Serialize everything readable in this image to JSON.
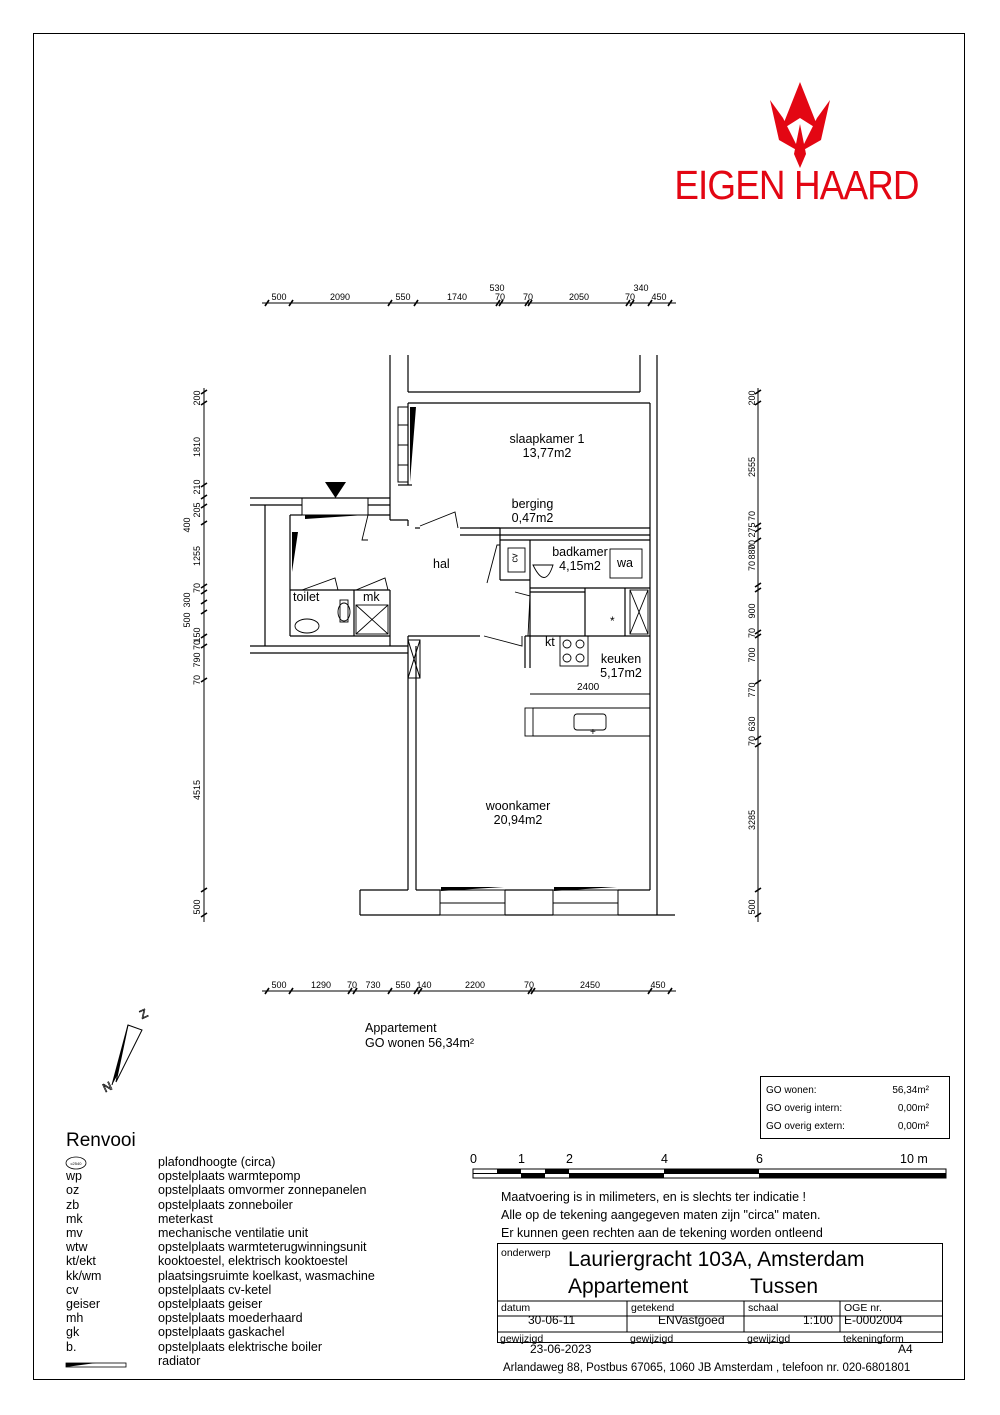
{
  "logo": {
    "brand": "EIGEN HAARD",
    "color": "#e30613"
  },
  "plan": {
    "rooms": [
      {
        "name": "slaapkamer 1",
        "area": "13,77m2"
      },
      {
        "name": "berging",
        "area": "0,47m2"
      },
      {
        "name": "hal",
        "area": ""
      },
      {
        "name": "badkamer",
        "area": "4,15m2"
      },
      {
        "name": "toilet",
        "area": ""
      },
      {
        "name": "keuken",
        "area": "5,17m2"
      },
      {
        "name": "woonkamer",
        "area": "20,94m2"
      }
    ],
    "symbols": {
      "mk": "mk",
      "cv": "cv",
      "wa": "wa",
      "kt": "kt"
    },
    "dims_top": [
      "500",
      "2090",
      "550",
      "1740",
      "530",
      "70",
      "70",
      "2050",
      "340",
      "70",
      "450"
    ],
    "dims_bottom": [
      "500",
      "1290",
      "70",
      "730",
      "550",
      "140",
      "2200",
      "70",
      "2450",
      "450"
    ],
    "dims_left": [
      "200",
      "1810",
      "210",
      "205",
      "400",
      "1255",
      "70",
      "300",
      "500",
      "150",
      "70",
      "790",
      "70",
      "4515",
      "500"
    ],
    "dims_right": [
      "200",
      "2555",
      "70",
      "275",
      "70",
      "880",
      "70",
      "900",
      "70",
      "700",
      "770",
      "70",
      "630",
      "3285",
      "500"
    ],
    "kitchen_dim": "2400",
    "caption_line1": "Appartement",
    "caption_line2": "GO wonen 56,34m²",
    "north": [
      "N",
      "Z"
    ]
  },
  "go_box": [
    {
      "label": "GO wonen:",
      "value": "56,34m²"
    },
    {
      "label": "GO overig intern:",
      "value": "0,00m²"
    },
    {
      "label": "GO overig extern:",
      "value": "0,00m²"
    }
  ],
  "renvooi": {
    "title": "Renvooi",
    "items": [
      {
        "abbr": "",
        "icon": "ceiling-height-icon",
        "desc": "plafondhoogte (circa)"
      },
      {
        "abbr": "wp",
        "desc": "opstelplaats warmtepomp"
      },
      {
        "abbr": "oz",
        "desc": "opstelplaats omvormer zonnepanelen"
      },
      {
        "abbr": "zb",
        "desc": "opstelplaats zonneboiler"
      },
      {
        "abbr": "mk",
        "desc": "meterkast"
      },
      {
        "abbr": "mv",
        "desc": "mechanische ventilatie unit"
      },
      {
        "abbr": "wtw",
        "desc": "opstelplaats warmteterugwinningsunit"
      },
      {
        "abbr": "kt/ekt",
        "desc": "kooktoestel, elektrisch kooktoestel"
      },
      {
        "abbr": "kk/wm",
        "desc": "plaatsingsruimte koelkast, wasmachine"
      },
      {
        "abbr": "cv",
        "desc": "opstelplaats cv-ketel"
      },
      {
        "abbr": "geiser",
        "desc": "opstelplaats geiser"
      },
      {
        "abbr": "mh",
        "desc": "opstelplaats moederhaard"
      },
      {
        "abbr": "gk",
        "desc": "opstelplaats gaskachel"
      },
      {
        "abbr": "b.",
        "desc": "opstelplaats elektrische boiler"
      },
      {
        "abbr": "",
        "icon": "radiator-icon",
        "desc": "radiator"
      }
    ]
  },
  "scale_bar": {
    "labels": [
      "0",
      "1",
      "2",
      "4",
      "6",
      "10  m"
    ]
  },
  "notes": [
    "Maatvoering is in milimeters, en is slechts ter indicatie !",
    "Alle op de tekening aangegeven maten zijn \"circa\" maten.",
    "Er kunnen geen rechten aan de tekening worden ontleend"
  ],
  "title_block": {
    "onderwerp_label": "onderwerp",
    "address": "Lauriergracht 103A, Amsterdam",
    "type": "Appartement",
    "position": "Tussen",
    "datum_label": "datum",
    "datum": "30-06-11",
    "getekend_label": "getekend",
    "getekend": "ENVastgoed",
    "schaal_label": "schaal",
    "schaal": "1:100",
    "oge_label": "OGE nr.",
    "oge": "E-0002004",
    "gewijzigd_label": "gewijzigd",
    "gewijzigd": "23-06-2023",
    "gewijzigd2_label": "gewijzigd",
    "gewijzigd3_label": "gewijzigd",
    "tekeningform_label": "tekeningform",
    "tekeningform": "A4",
    "footer": "Arlandaweg 88, Postbus 67065, 1060 JB Amsterdam , telefoon nr. 020-6801801"
  }
}
